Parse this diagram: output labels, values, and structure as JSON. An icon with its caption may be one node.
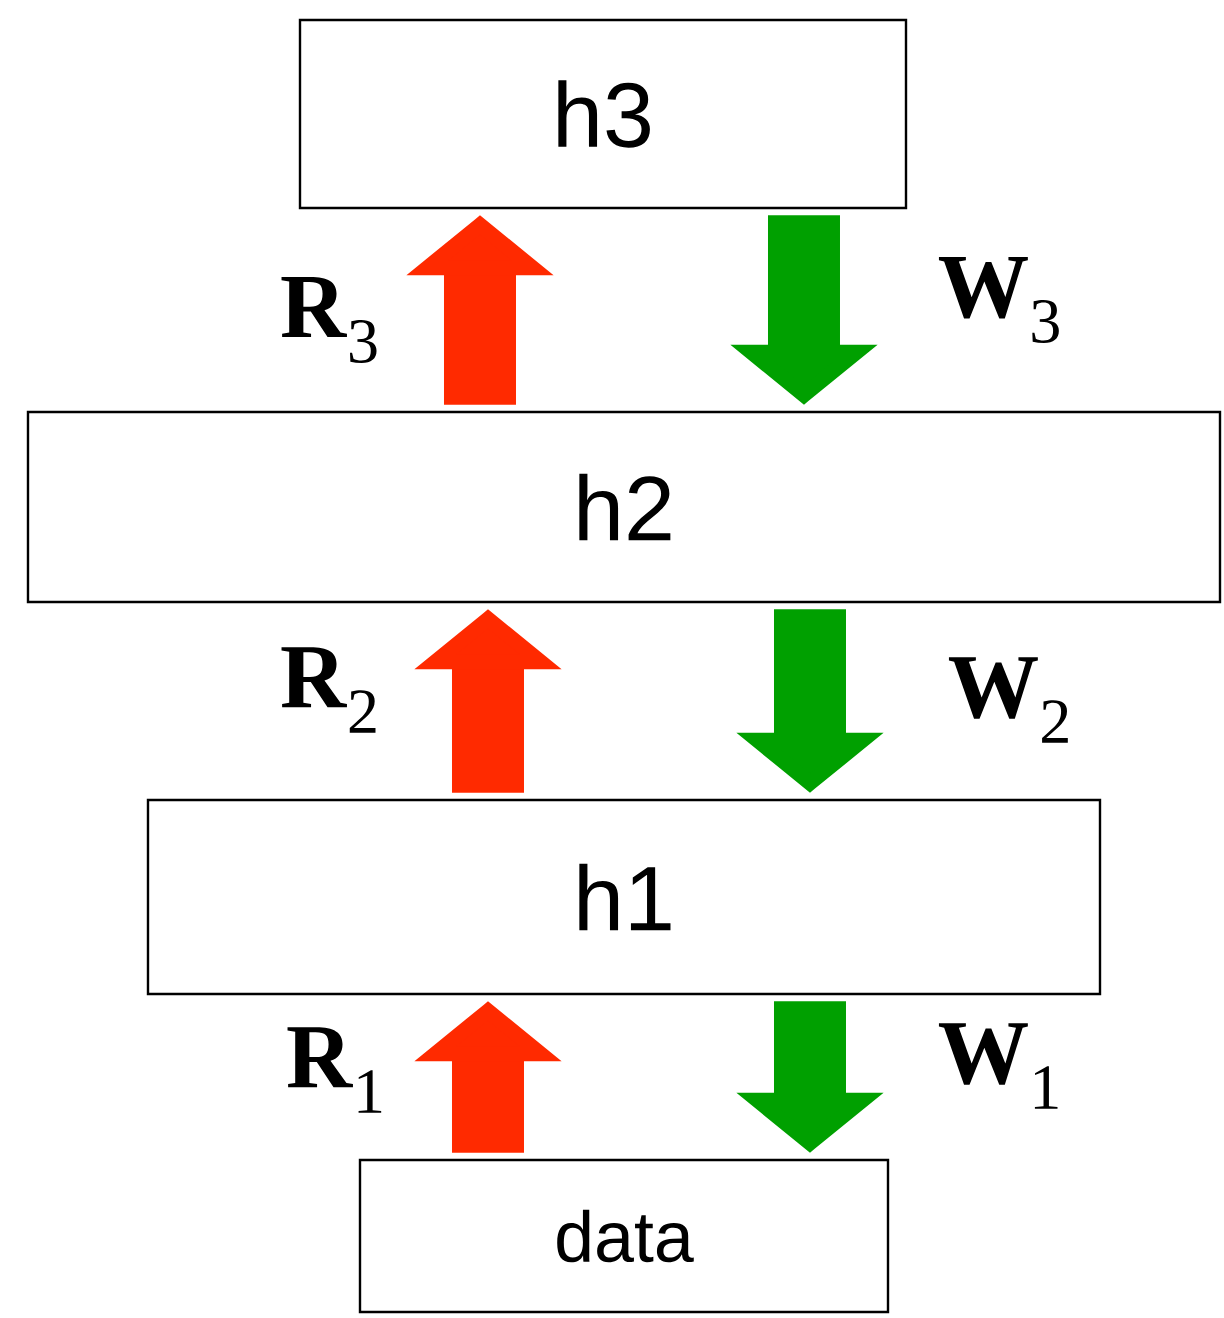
{
  "diagram": {
    "nodes": [
      {
        "text": [
          "h3"
        ]
      },
      {
        "text": [
          "h2"
        ]
      },
      {
        "text": [
          "h1"
        ]
      },
      {
        "text": [
          "data"
        ]
      }
    ],
    "edges": [
      {
        "from": 1,
        "to": 0,
        "arrow": "to",
        "label": "**R**$_{3}$",
        "color": "#ff2a00"
      },
      {
        "from": 0,
        "to": 1,
        "arrow": "to",
        "label": "**W**$_{3}$",
        "color": "#00a000"
      },
      {
        "from": 2,
        "to": 1,
        "arrow": "to",
        "label": "**R**$_{2}$",
        "color": "#ff2a00"
      },
      {
        "from": 1,
        "to": 2,
        "arrow": "to",
        "label": "**W**$_{2}$",
        "color": "#00a000"
      },
      {
        "from": 3,
        "to": 2,
        "arrow": "to",
        "label": "**R**$_{1}$",
        "color": "#ff2a00"
      },
      {
        "from": 2,
        "to": 3,
        "arrow": "to",
        "label": "**W**$_{1}$",
        "color": "#00a000"
      }
    ]
  }
}
